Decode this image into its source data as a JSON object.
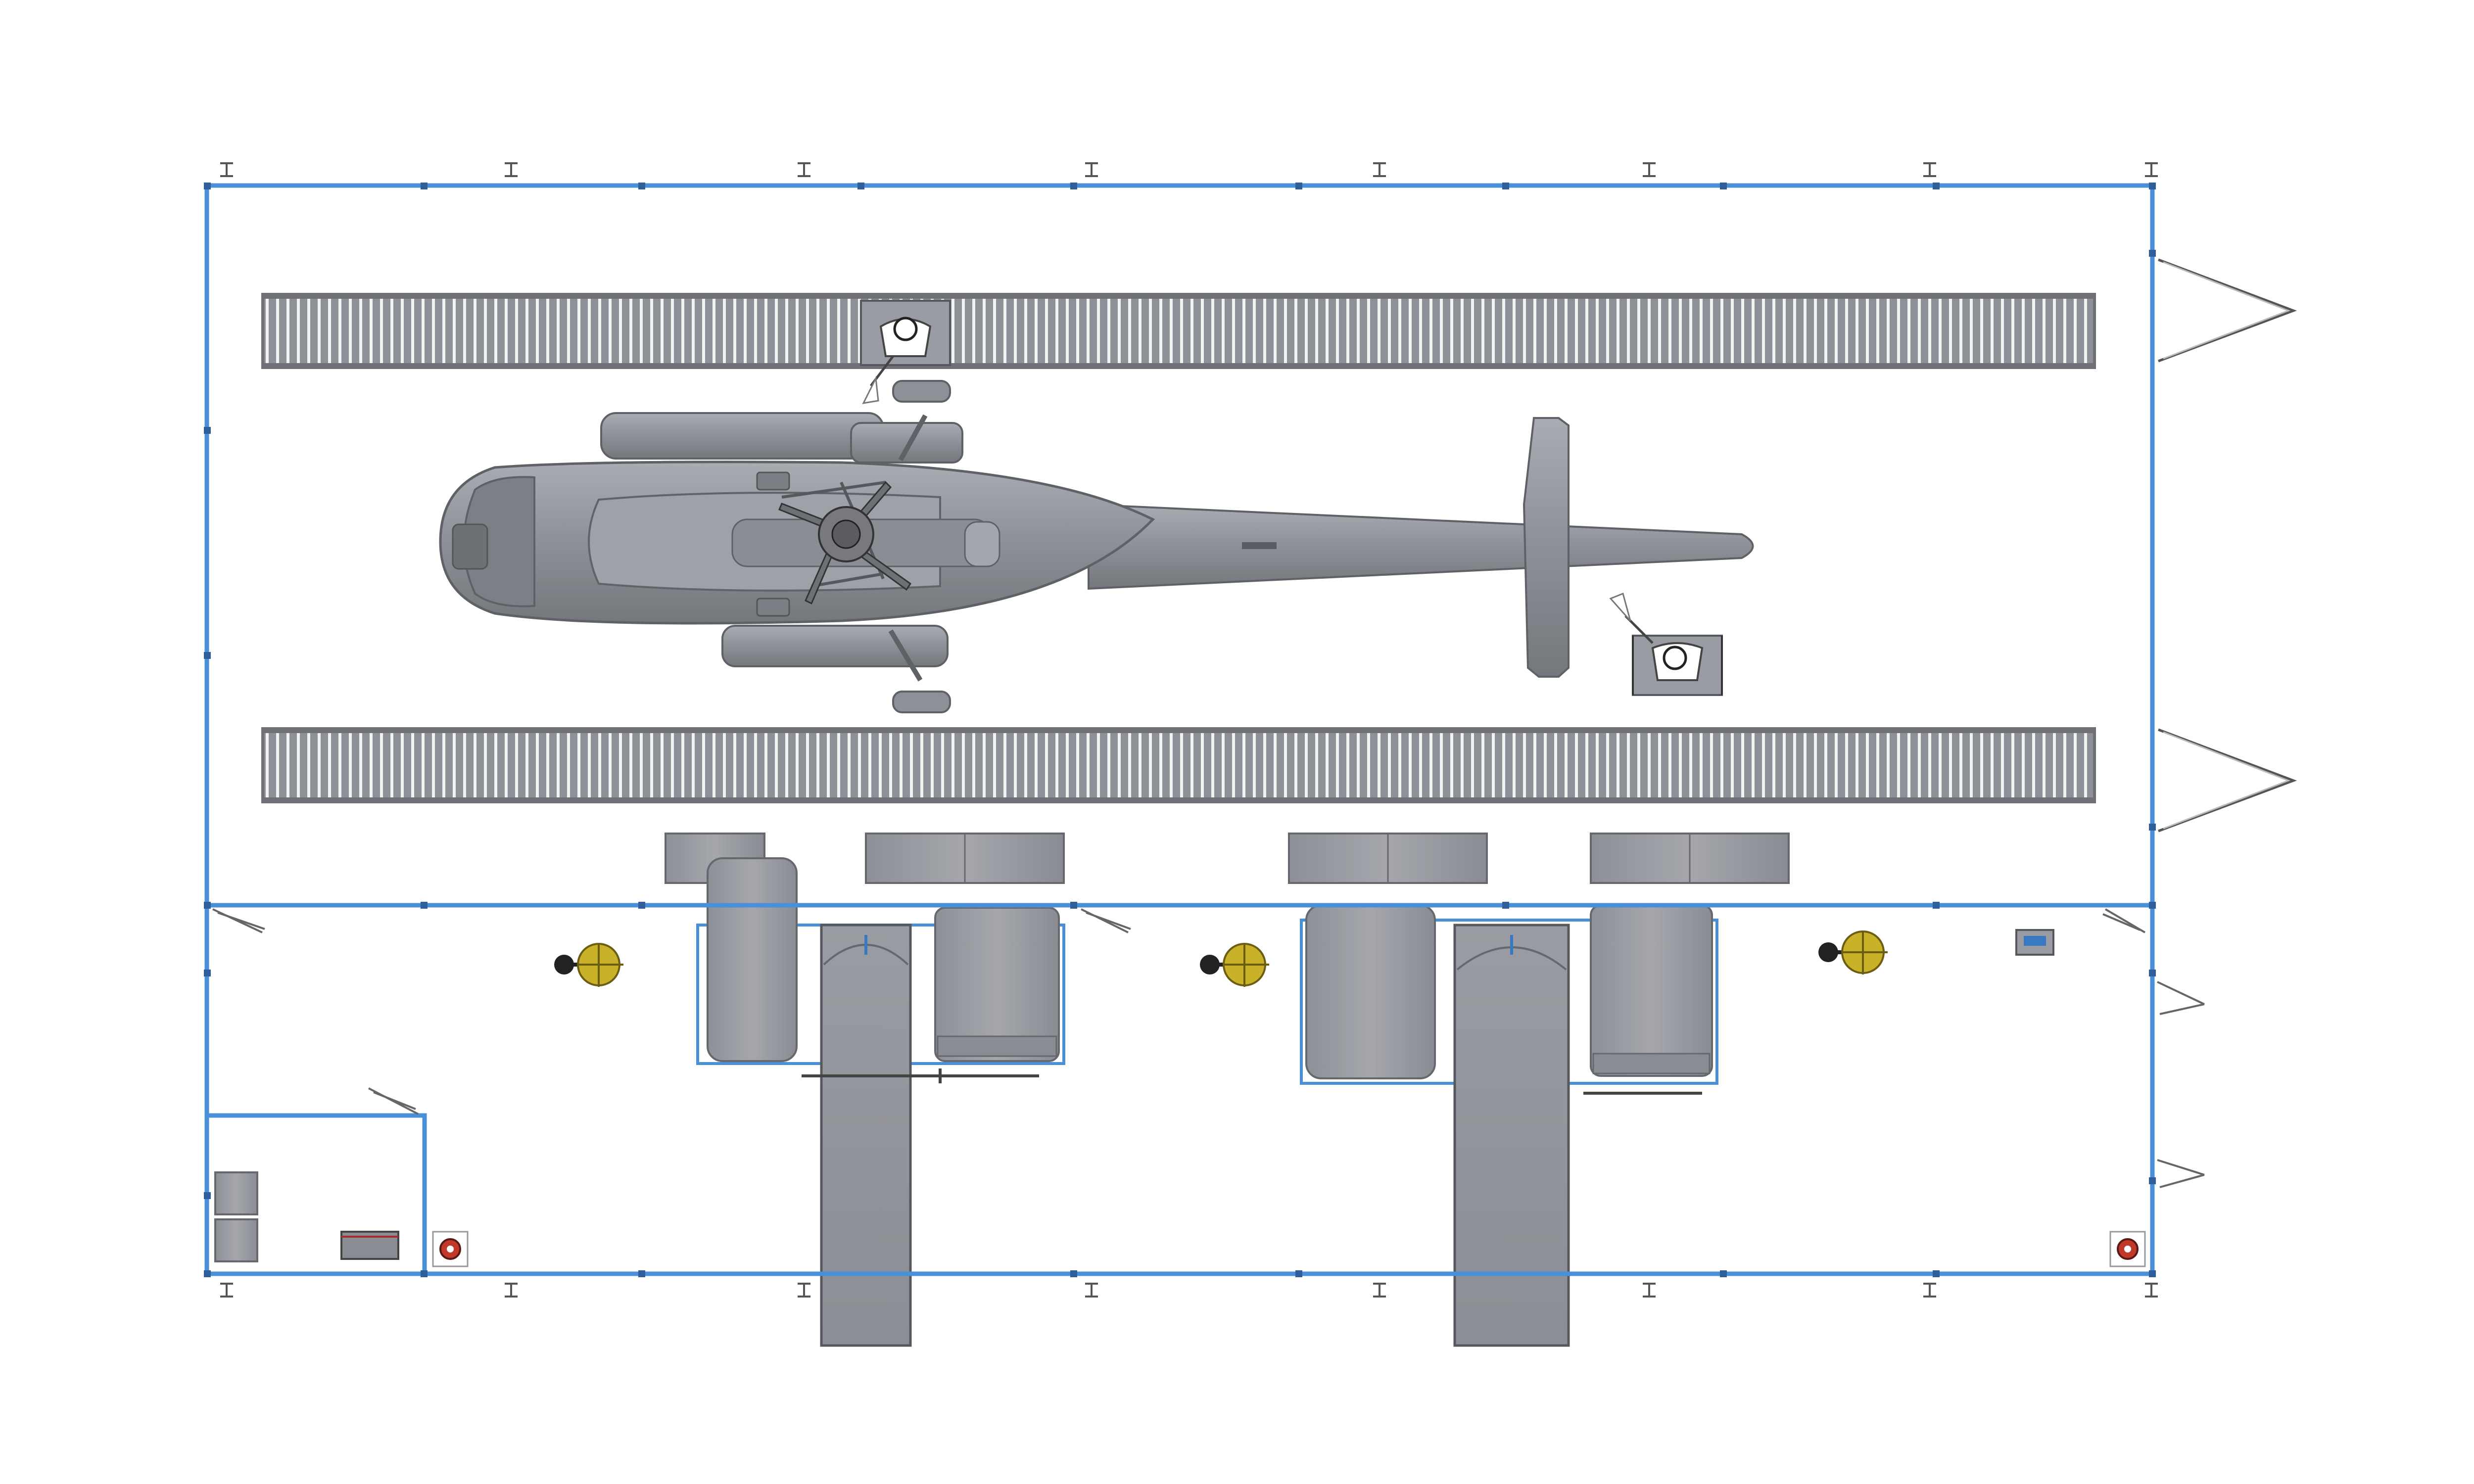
{
  "palette": {
    "wall_blue": "#4a90d9",
    "equipment_gray": "#9a9ca3",
    "equipment_dark": "#6e7076",
    "helicopter_gray": "#8d9096",
    "heater_yellow": "#c9b12a",
    "fire_red": "#c0392b",
    "background": "#ffffff"
  },
  "plan": {
    "room_count": 3,
    "overhead_rail_count": 2,
    "spray_booth_count": 2,
    "heater_count": 3,
    "worker_count": 2,
    "fire_extinguisher_count": 2,
    "icons": [
      "helicopter-icon",
      "worker-icon",
      "heater-icon",
      "fire-extinguisher-icon",
      "door-swing-icon",
      "column-marker-icon"
    ]
  }
}
